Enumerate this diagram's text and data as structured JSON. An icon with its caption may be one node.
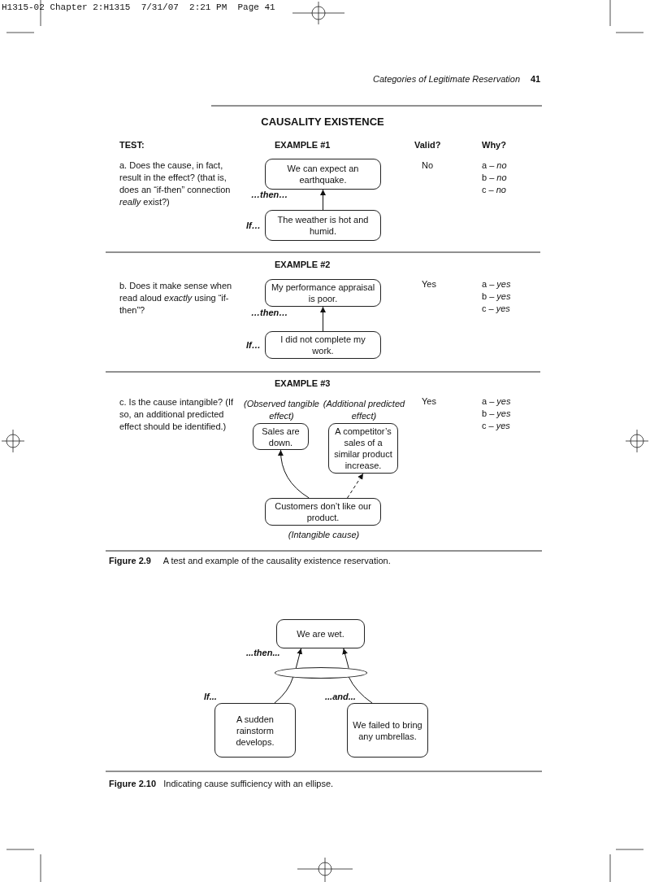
{
  "diagram": {
    "title": "CAUSALITY EXISTENCE",
    "nodes": [
      {
        "text": [
          "We can expect an earthquake."
        ]
      },
      {
        "text": [
          "The weather is hot and humid."
        ],
        "beside": [
          "If…"
        ]
      },
      {
        "text": [
          "My performance appraisal is poor."
        ]
      },
      {
        "text": [
          "I did not complete my work."
        ],
        "beside": [
          "If…"
        ]
      },
      {
        "text": [
          "Sales are down."
        ],
        "beside": [
          "(Observed tangible effect)"
        ]
      },
      {
        "text": [
          "A competitor’s sales of a similar product increase."
        ],
        "beside": [
          "(Additional predicted effect)"
        ]
      },
      {
        "text": [
          "Customers don’t like our product."
        ],
        "beside": [
          "(Intangible cause)"
        ]
      },
      {
        "text": [
          "We are wet."
        ]
      },
      {
        "text": [],
        "shape": "ellipse"
      },
      {
        "text": [
          "A sudden rainstorm develops."
        ],
        "beside": [
          "If..."
        ]
      },
      {
        "text": [
          "We failed to bring any umbrellas."
        ],
        "beside": [
          "...and..."
        ]
      }
    ],
    "edges": [
      {
        "from": 1,
        "to": 0,
        "arrow": "to",
        "label": "…then…"
      },
      {
        "from": 3,
        "to": 2,
        "arrow": "to",
        "label": "…then…"
      },
      {
        "from": 6,
        "to": 4,
        "arrow": "to"
      },
      {
        "from": 6,
        "to": 5,
        "arrow": "to",
        "style": "dashed"
      },
      {
        "from": 9,
        "to": 8,
        "arrow": "none"
      },
      {
        "from": 10,
        "to": 8,
        "arrow": "none"
      },
      {
        "from": 8,
        "to": 7,
        "arrow": "to",
        "label": "...then..."
      },
      {
        "from": 8,
        "to": 7,
        "arrow": "to"
      }
    ],
    "labels": [
      "H1315-02 Chapter 2:H1315  7/31/07  2:21 PM  Page 41",
      "Categories of Legitimate Reservation",
      "41",
      "TEST:",
      "EXAMPLE #1",
      "Valid?",
      "Why?",
      "a. Does the cause, in fact, result in the effect? (that is, does an “if-then” connection *really* exist?)",
      "No",
      "a – *no*",
      "b – *no*",
      "c – *no*",
      "EXAMPLE #2",
      "b. Does it make sense when read aloud *exactly* using “if-then”?",
      "Yes",
      "a – *yes*",
      "b – *yes*",
      "c – *yes*",
      "EXAMPLE #3",
      "c. Is the cause intangible? (If so, an additional predicted effect should be identified.)",
      "Yes",
      "a – *yes*",
      "b – *yes*",
      "c – *yes*",
      "**Figure 2.9**     A test and example of the causality existence reservation.",
      "**Figure 2.10**   Indicating cause sufficiency with an ellipse."
    ]
  }
}
